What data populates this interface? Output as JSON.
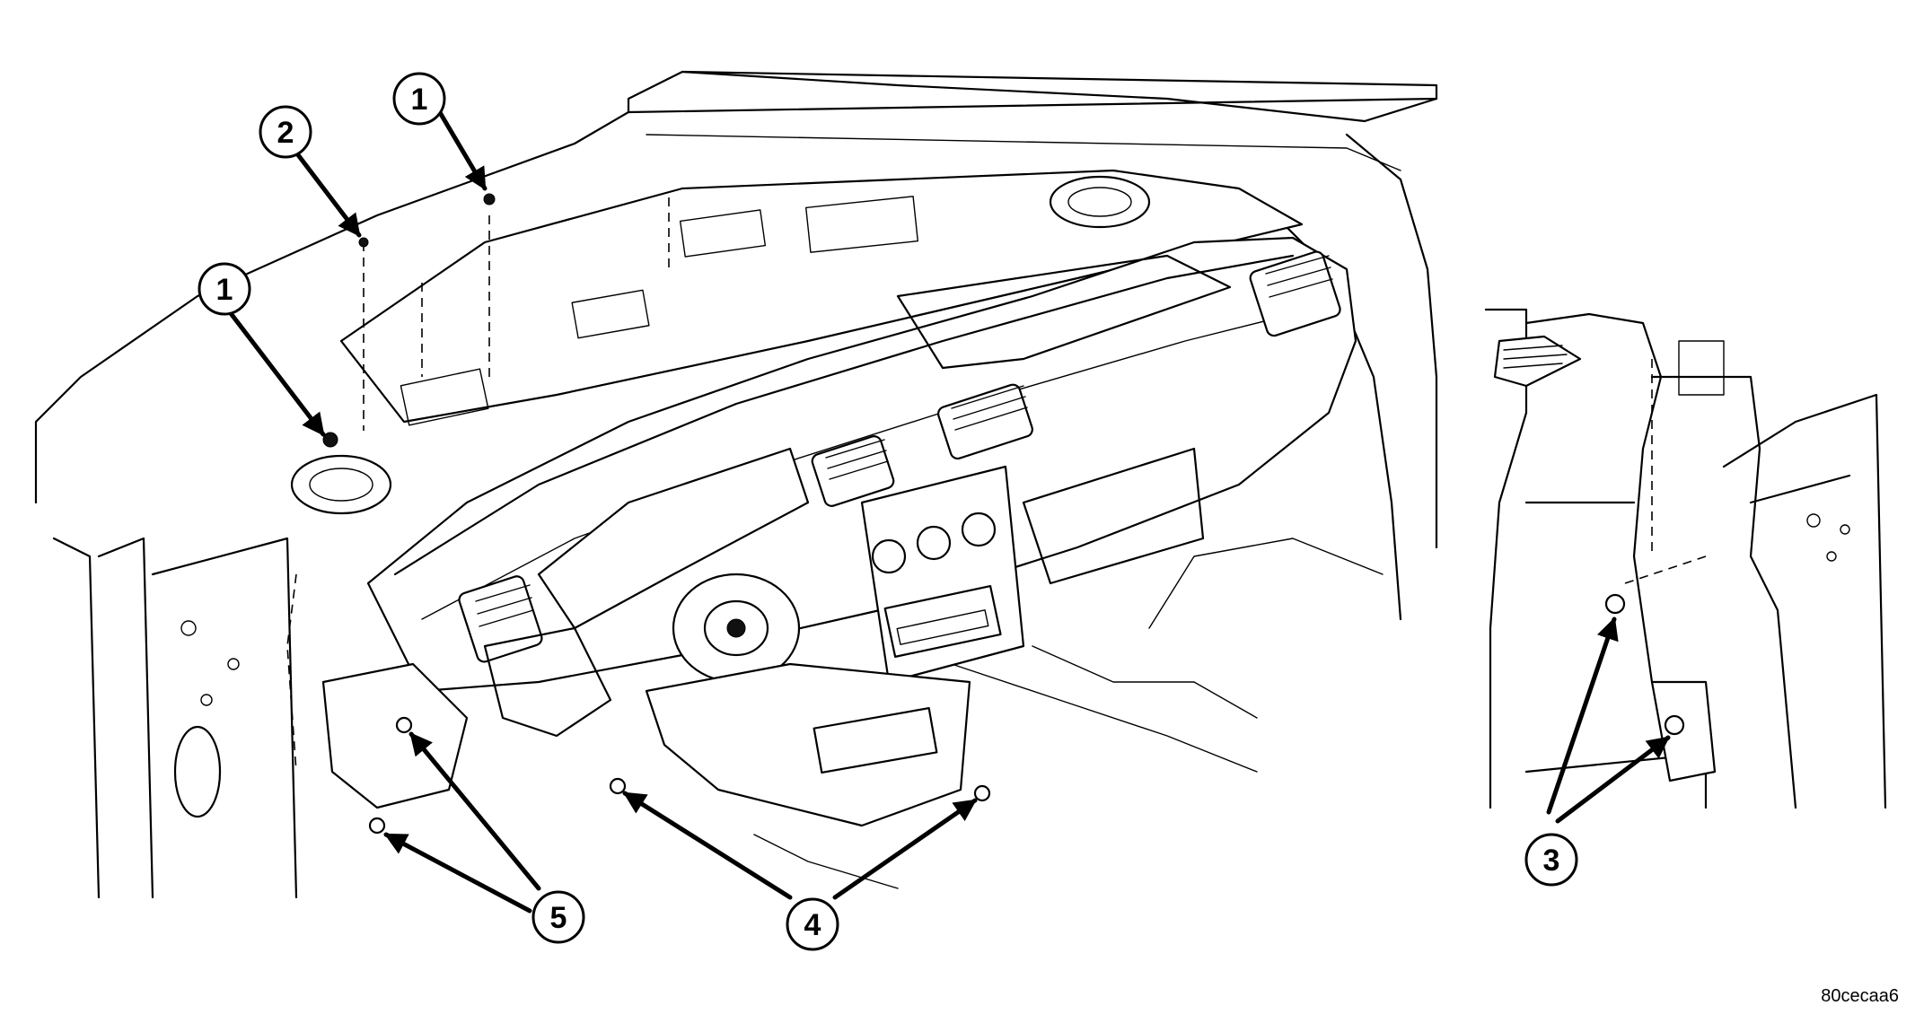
{
  "callouts": {
    "c1_top": "1",
    "c2": "2",
    "c1_left": "1",
    "c3": "3",
    "c4": "4",
    "c5": "5"
  },
  "figure_id": "80cecaa6",
  "colors": {
    "line": "#000000",
    "background": "#ffffff"
  }
}
